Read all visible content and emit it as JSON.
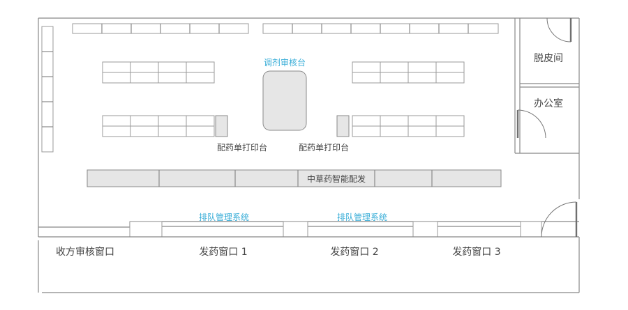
{
  "labels": {
    "review_desk": "调剂审核台",
    "print_left": "配药单打印台",
    "print_right": "配药单打印台",
    "smart_dispense": "中草药智能配发",
    "queue_left": "排队管理系统",
    "queue_right": "排队管理系统",
    "peel_room": "脱皮间",
    "office": "办公室",
    "window_review": "收方审核窗口",
    "window_1": "发药窗口 1",
    "window_2": "发药窗口 2",
    "window_3": "发药窗口 3"
  },
  "colors": {
    "wall": "#888888",
    "accent_label": "#3aaed8",
    "panel_fill": "#e6e6e6"
  }
}
